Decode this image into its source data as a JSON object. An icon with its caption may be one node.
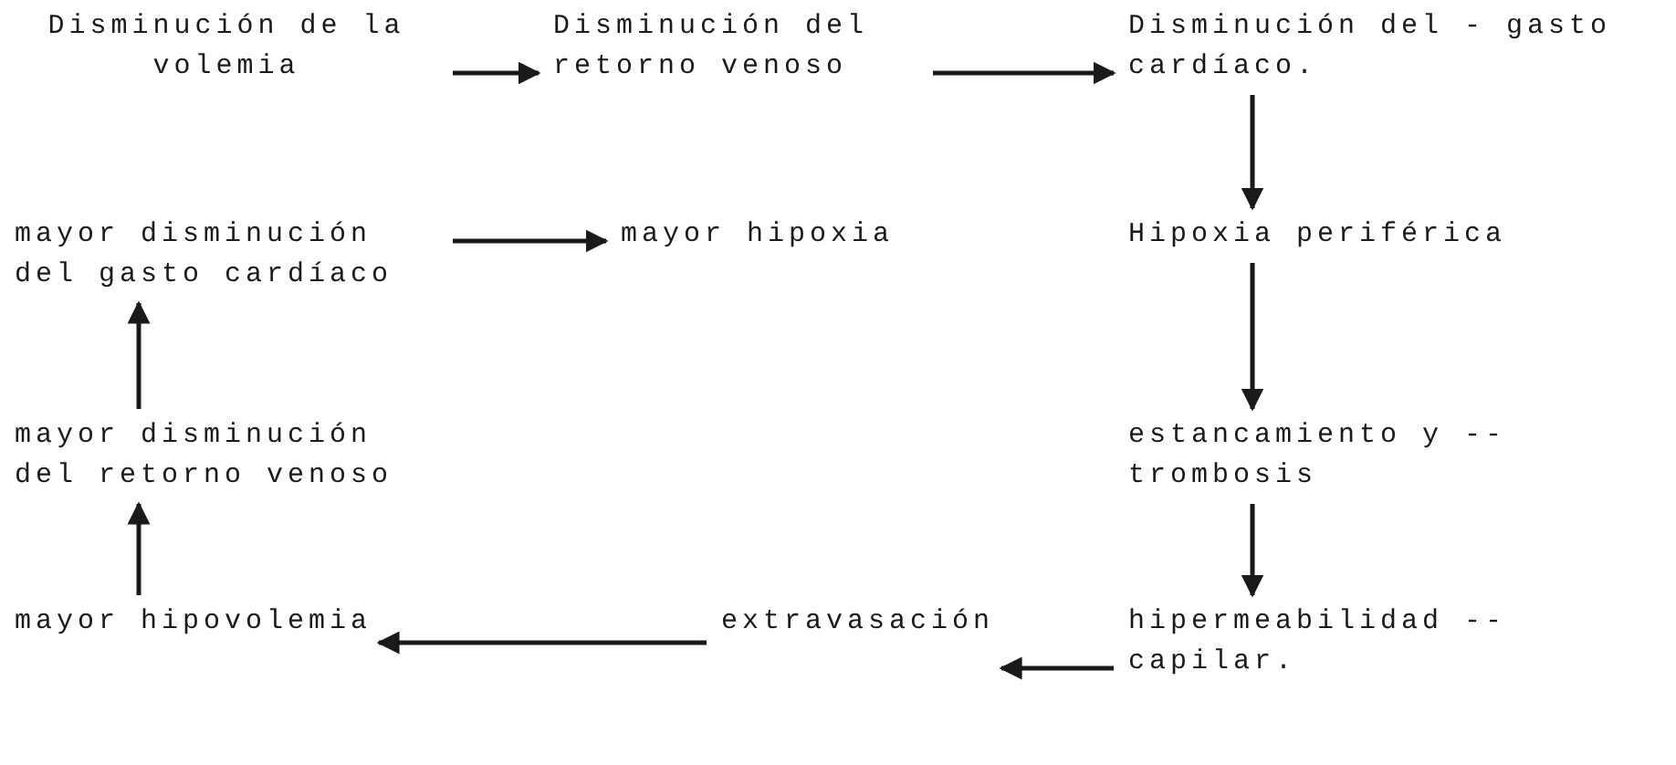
{
  "diagram": {
    "nodes": [
      {
        "text": [
          "Disminución de la volemia"
        ]
      },
      {
        "text": [
          "Disminución del retorno venoso"
        ]
      },
      {
        "text": [
          "Disminución del - gasto cardíaco."
        ]
      },
      {
        "text": [
          "mayor disminución del gasto cardíaco"
        ]
      },
      {
        "text": [
          "mayor hipoxia"
        ]
      },
      {
        "text": [
          "Hipoxia periférica"
        ]
      },
      {
        "text": [
          "mayor disminución del retorno venoso"
        ]
      },
      {
        "text": [
          "estancamiento y -- trombosis"
        ]
      },
      {
        "text": [
          "mayor hipovolemia"
        ]
      },
      {
        "text": [
          "extravasación"
        ]
      },
      {
        "text": [
          "hipermeabilidad -- capilar."
        ]
      }
    ],
    "edges": [
      {
        "from": 0,
        "to": 1,
        "arrow": "to"
      },
      {
        "from": 1,
        "to": 2,
        "arrow": "to"
      },
      {
        "from": 2,
        "to": 5,
        "arrow": "to"
      },
      {
        "from": 5,
        "to": 7,
        "arrow": "to"
      },
      {
        "from": 7,
        "to": 10,
        "arrow": "to"
      },
      {
        "from": 10,
        "to": 9,
        "arrow": "to"
      },
      {
        "from": 9,
        "to": 8,
        "arrow": "to"
      },
      {
        "from": 8,
        "to": 6,
        "arrow": "to"
      },
      {
        "from": 6,
        "to": 3,
        "arrow": "to"
      },
      {
        "from": 3,
        "to": 4,
        "arrow": "to"
      }
    ]
  }
}
